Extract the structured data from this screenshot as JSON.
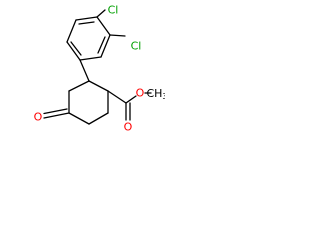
{
  "molecule": {
    "atoms": [
      {
        "id": "cl_upper",
        "symbol": "Cl",
        "color": "#00a000"
      },
      {
        "id": "cl_lower",
        "symbol": "Cl",
        "color": "#00a000"
      },
      {
        "id": "o_ester_single",
        "symbol": "O",
        "color": "#ff0000"
      },
      {
        "id": "o_ester_carbonyl",
        "symbol": "O",
        "color": "#ff0000"
      },
      {
        "id": "o_ketone",
        "symbol": "O",
        "color": "#ff0000"
      }
    ],
    "methyl_group": {
      "prefix": "CH",
      "subscript": "3"
    },
    "bond_color": "#000000"
  }
}
